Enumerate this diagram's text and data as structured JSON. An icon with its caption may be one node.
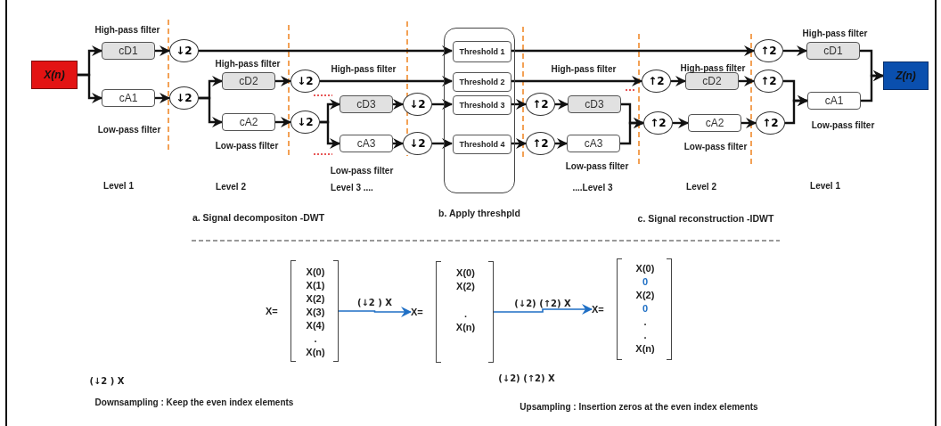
{
  "diagram": {
    "nodes": [
      {
        "text": [
          "X(n)"
        ]
      },
      {
        "text": [
          "cD1"
        ]
      },
      {
        "text": [
          "cA1"
        ]
      },
      {
        "text": [
          "↓2"
        ]
      },
      {
        "text": [
          "↓2"
        ]
      },
      {
        "text": [
          "cD2"
        ]
      },
      {
        "text": [
          "cA2"
        ]
      },
      {
        "text": [
          "↓2"
        ]
      },
      {
        "text": [
          "↓2"
        ]
      },
      {
        "text": [
          "cD3"
        ]
      },
      {
        "text": [
          "cA3"
        ]
      },
      {
        "text": [
          "↓2"
        ]
      },
      {
        "text": [
          "↓2"
        ]
      },
      {
        "text": [],
        "shape": "box"
      },
      {
        "text": [
          "Threshold 1"
        ],
        "in": 13
      },
      {
        "text": [
          "Threshold 2"
        ],
        "in": 13
      },
      {
        "text": [
          "Threshold 3"
        ],
        "in": 13
      },
      {
        "text": [
          "Threshold 4"
        ],
        "in": 13
      },
      {
        "text": [
          "↑2"
        ]
      },
      {
        "text": [
          "↑2"
        ]
      },
      {
        "text": [
          "cD3"
        ]
      },
      {
        "text": [
          "cA3"
        ]
      },
      {
        "text": [
          "↑2"
        ]
      },
      {
        "text": [
          "↑2"
        ]
      },
      {
        "text": [
          "cD2"
        ]
      },
      {
        "text": [
          "cA2"
        ]
      },
      {
        "text": [
          "↑2"
        ]
      },
      {
        "text": [
          "↑2"
        ]
      },
      {
        "text": [
          "↑2"
        ]
      },
      {
        "text": [
          "cD1"
        ]
      },
      {
        "text": [
          "cA1"
        ]
      },
      {
        "text": [
          "Z(n)"
        ]
      },
      {
        "text": [
          "X=",
          "X(0)",
          "X(1)",
          "X(2)",
          "X(3)",
          "X(4)",
          ".",
          "X(n)"
        ]
      },
      {
        "text": [
          "X=",
          "X(0)",
          "X(2)",
          ".",
          "X(n)"
        ]
      },
      {
        "text": [
          "X=",
          "X(0)",
          "0",
          "X(2)",
          "0",
          ".",
          ".",
          "X(n)"
        ]
      }
    ],
    "edges": [
      {
        "from": 0,
        "to": 1,
        "arrow": "to"
      },
      {
        "from": 0,
        "to": 2,
        "arrow": "to"
      },
      {
        "from": 1,
        "to": 3,
        "arrow": "to"
      },
      {
        "from": 2,
        "to": 4,
        "arrow": "to"
      },
      {
        "from": 3,
        "to": 14,
        "arrow": "to"
      },
      {
        "from": 4,
        "to": 5,
        "arrow": "to"
      },
      {
        "from": 4,
        "to": 6,
        "arrow": "to"
      },
      {
        "from": 5,
        "to": 7,
        "arrow": "to"
      },
      {
        "from": 6,
        "to": 8,
        "arrow": "to"
      },
      {
        "from": 7,
        "to": 15,
        "arrow": "to"
      },
      {
        "from": 8,
        "to": 9,
        "arrow": "to"
      },
      {
        "from": 8,
        "to": 10,
        "arrow": "to"
      },
      {
        "from": 9,
        "to": 11,
        "arrow": "to"
      },
      {
        "from": 10,
        "to": 12,
        "arrow": "to"
      },
      {
        "from": 11,
        "to": 16,
        "arrow": "to"
      },
      {
        "from": 12,
        "to": 17,
        "arrow": "to"
      },
      {
        "from": 14,
        "to": 26,
        "arrow": "to"
      },
      {
        "from": 15,
        "to": 22,
        "arrow": "to"
      },
      {
        "from": 16,
        "to": 18,
        "arrow": "to"
      },
      {
        "from": 17,
        "to": 19,
        "arrow": "to"
      },
      {
        "from": 18,
        "to": 20,
        "arrow": "to"
      },
      {
        "from": 19,
        "to": 21,
        "arrow": "to"
      },
      {
        "from": 20,
        "to": 23,
        "arrow": "to"
      },
      {
        "from": 21,
        "to": 23,
        "arrow": "to"
      },
      {
        "from": 22,
        "to": 24,
        "arrow": "to"
      },
      {
        "from": 23,
        "to": 25,
        "arrow": "to"
      },
      {
        "from": 24,
        "to": 27,
        "arrow": "to"
      },
      {
        "from": 25,
        "to": 28,
        "arrow": "to"
      },
      {
        "from": 26,
        "to": 29,
        "arrow": "to"
      },
      {
        "from": 27,
        "to": 30,
        "arrow": "to"
      },
      {
        "from": 28,
        "to": 30,
        "arrow": "to"
      },
      {
        "from": 29,
        "to": 31,
        "arrow": "to"
      },
      {
        "from": 30,
        "to": 31,
        "arrow": "to"
      },
      {
        "from": 32,
        "to": 33,
        "arrow": "to",
        "label": "(↓2 ) X",
        "color": "#1f6fc5"
      },
      {
        "from": 33,
        "to": 34,
        "arrow": "to",
        "label": "(↓2) (↑2) X",
        "color": "#1f6fc5"
      }
    ],
    "labels": [
      "High-pass filter",
      "High-pass filter",
      "High-pass filter",
      "High-pass filter",
      "High-pass filter",
      "High-pass filter",
      "Low-pass filter",
      "Low-pass filter",
      "Low-pass filter",
      "Low-pass filter",
      "Low-pass filter",
      "Low-pass filter",
      "Level 1",
      "Level 2",
      "Level 3 ....",
      "....Level 3",
      "Level 2",
      "Level 1",
      "a. Signal decompositon -DWT",
      "b. Apply threshpld",
      "c. Signal reconstruction -IDWT",
      "(↓2 ) X",
      "Downsampling : Keep the even index elements",
      "(↓2) (↑2) X",
      "Upsampling : Insertion zeros at the even index elements"
    ]
  }
}
